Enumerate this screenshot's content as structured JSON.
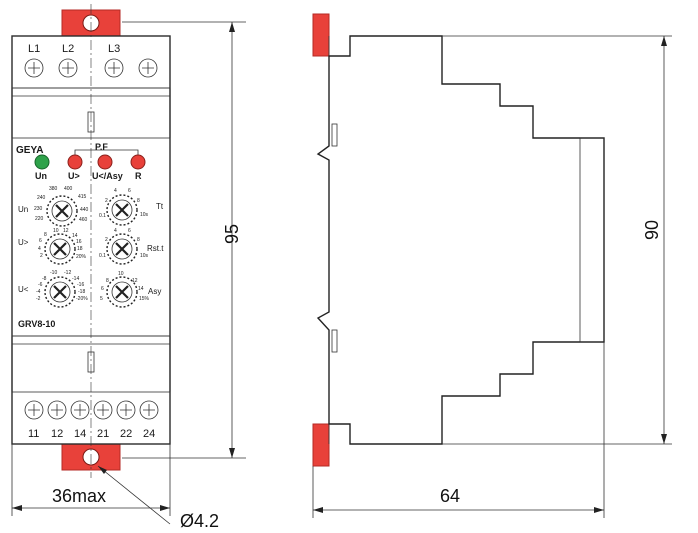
{
  "front_view": {
    "brand": "GEYA",
    "model": "GRV8-10",
    "top_terminals": [
      "L1",
      "L2",
      "L3"
    ],
    "bottom_terminals": [
      "11",
      "12",
      "14",
      "21",
      "22",
      "24"
    ],
    "pf_label": "P.F",
    "leds": [
      {
        "label": "Un",
        "color": "#2ea24a"
      },
      {
        "label": "U>",
        "color": "#e8413a"
      },
      {
        "label": "U</Asy",
        "color": "#e8413a"
      },
      {
        "label": "R",
        "color": "#e8413a"
      }
    ],
    "knobs": {
      "un": {
        "label": "Un",
        "scale": [
          "380",
          "400",
          "415",
          "240",
          "230",
          "220",
          "440",
          "460"
        ]
      },
      "tt": {
        "label": "Tt",
        "scale": [
          "4",
          "6",
          "2",
          "8",
          "0.1",
          "10s"
        ]
      },
      "u_over": {
        "label": "U>",
        "scale": [
          "10",
          "12",
          "14",
          "8",
          "16",
          "6",
          "18",
          "4",
          "20%",
          "2"
        ]
      },
      "rst": {
        "label": "Rst.t",
        "scale": [
          "4",
          "6",
          "2",
          "8",
          "0.1",
          "10s"
        ]
      },
      "u_under": {
        "label": "U<",
        "scale": [
          "-10",
          "-12",
          "-8",
          "-14",
          "-6",
          "-16",
          "-4",
          "-18",
          "-2",
          "-20%"
        ]
      },
      "asy": {
        "label": "Asy",
        "scale": [
          "10",
          "8",
          "12",
          "6",
          "14",
          "5",
          "15%"
        ]
      }
    }
  },
  "dimensions": {
    "height_front": "95",
    "width_front": "36max",
    "hole": "Ø4.2",
    "height_side": "90",
    "depth_side": "64"
  },
  "colors": {
    "accent_red": "#e8413a",
    "led_green": "#2ea24a"
  }
}
